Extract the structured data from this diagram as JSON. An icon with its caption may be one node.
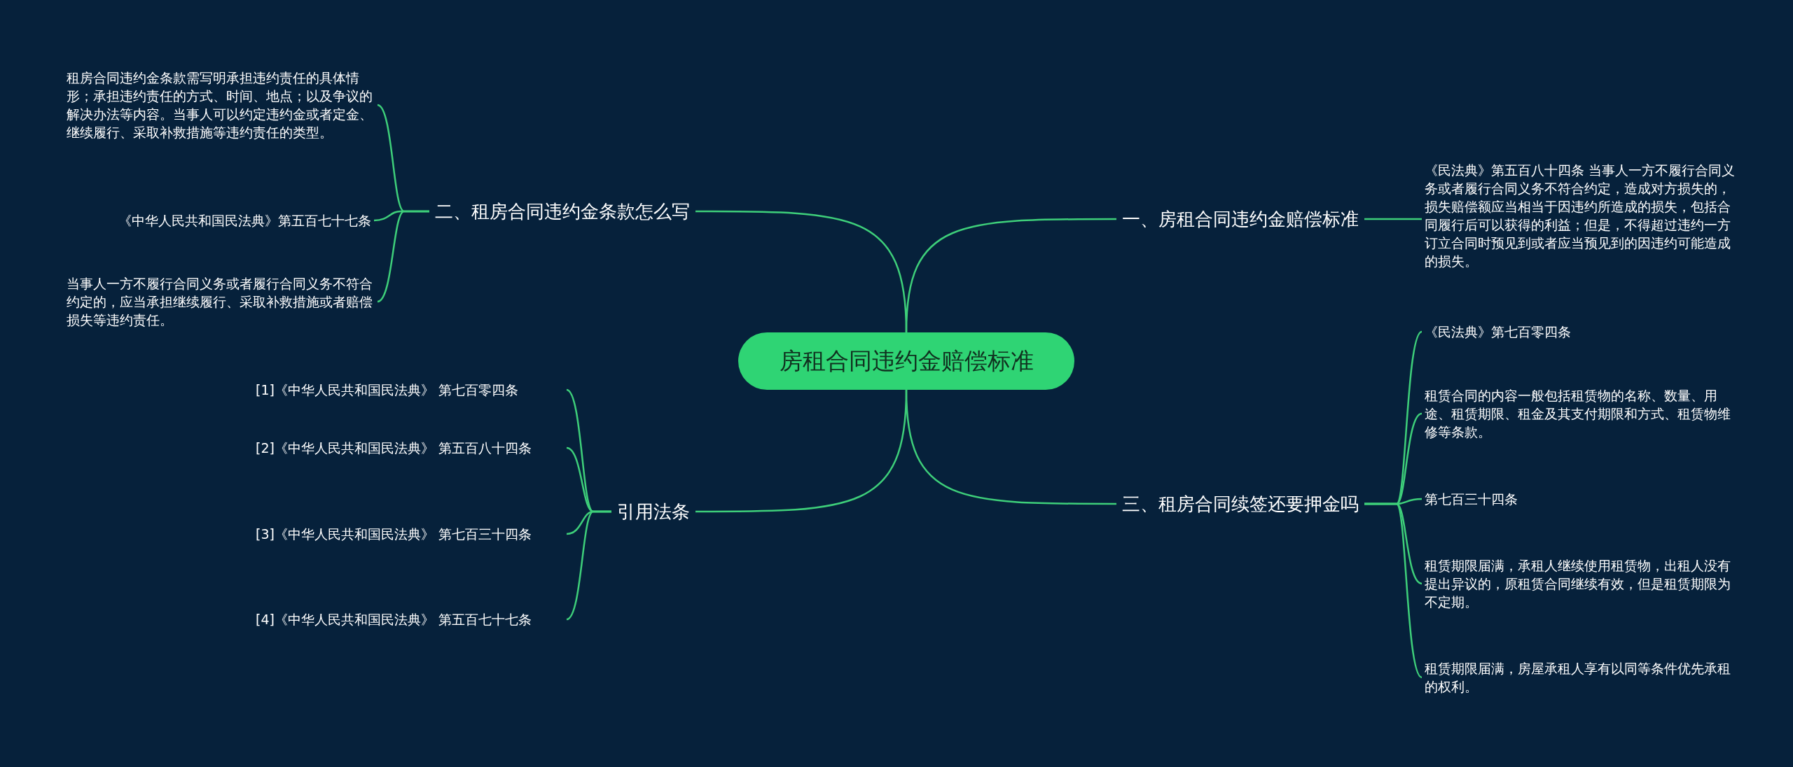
{
  "diagram": {
    "nodes": [
      {
        "text": [
          "房租合同违约金赔偿标准"
        ]
      },
      {
        "text": [
          "一、房租合同违约金赔偿标准"
        ]
      },
      {
        "text": [
          "《民法典》第五百八十四条 当事人一方不履行合同义务或者履行合同义务不符合约定，造成对方损失的，损失赔偿额应当相当于因违约所造成的损失，包括合同履行后可以获得的利益；但是，不得超过违约一方订立合同时预见到或者应当预见到的因违约可能造成的损失。"
        ]
      },
      {
        "text": [
          "二、租房合同违约金条款怎么写"
        ]
      },
      {
        "text": [
          "租房合同违约金条款需写明承担违约责任的具体情形；承担违约责任的方式、时间、地点；以及争议的解决办法等内容。当事人可以约定违约金或者定金、继续履行、采取补救措施等违约责任的类型。"
        ]
      },
      {
        "text": [
          "《中华人民共和国民法典》第五百七十七条"
        ]
      },
      {
        "text": [
          "当事人一方不履行合同义务或者履行合同义务不符合约定的，应当承担继续履行、采取补救措施或者赔偿损失等违约责任。"
        ]
      },
      {
        "text": [
          "三、租房合同续签还要押金吗"
        ]
      },
      {
        "text": [
          "《民法典》第七百零四条"
        ]
      },
      {
        "text": [
          "租赁合同的内容一般包括租赁物的名称、数量、用途、租赁期限、租金及其支付期限和方式、租赁物维修等条款。"
        ]
      },
      {
        "text": [
          "第七百三十四条"
        ]
      },
      {
        "text": [
          "租赁期限届满，承租人继续使用租赁物，出租人没有提出异议的，原租赁合同继续有效，但是租赁期限为不定期。"
        ]
      },
      {
        "text": [
          "租赁期限届满，房屋承租人享有以同等条件优先承租的权利。"
        ]
      },
      {
        "text": [
          "引用法条"
        ]
      },
      {
        "text": [
          "[1]《中华人民共和国民法典》 第七百零四条"
        ]
      },
      {
        "text": [
          "[2]《中华人民共和国民法典》 第五百八十四条"
        ]
      },
      {
        "text": [
          "[3]《中华人民共和国民法典》 第七百三十四条"
        ]
      },
      {
        "text": [
          "[4]《中华人民共和国民法典》 第五百七十七条"
        ]
      }
    ],
    "edges": [
      {
        "from": 0,
        "to": 1,
        "arrow": "none"
      },
      {
        "from": 1,
        "to": 2,
        "arrow": "none"
      },
      {
        "from": 0,
        "to": 3,
        "arrow": "none"
      },
      {
        "from": 3,
        "to": 4,
        "arrow": "none"
      },
      {
        "from": 3,
        "to": 5,
        "arrow": "none"
      },
      {
        "from": 3,
        "to": 6,
        "arrow": "none"
      },
      {
        "from": 0,
        "to": 7,
        "arrow": "none"
      },
      {
        "from": 7,
        "to": 8,
        "arrow": "none"
      },
      {
        "from": 7,
        "to": 9,
        "arrow": "none"
      },
      {
        "from": 7,
        "to": 10,
        "arrow": "none"
      },
      {
        "from": 7,
        "to": 11,
        "arrow": "none"
      },
      {
        "from": 7,
        "to": 12,
        "arrow": "none"
      },
      {
        "from": 0,
        "to": 13,
        "arrow": "none"
      },
      {
        "from": 13,
        "to": 14,
        "arrow": "none"
      },
      {
        "from": 13,
        "to": 15,
        "arrow": "none"
      },
      {
        "from": 13,
        "to": 16,
        "arrow": "none"
      },
      {
        "from": 13,
        "to": 17,
        "arrow": "none"
      }
    ]
  }
}
